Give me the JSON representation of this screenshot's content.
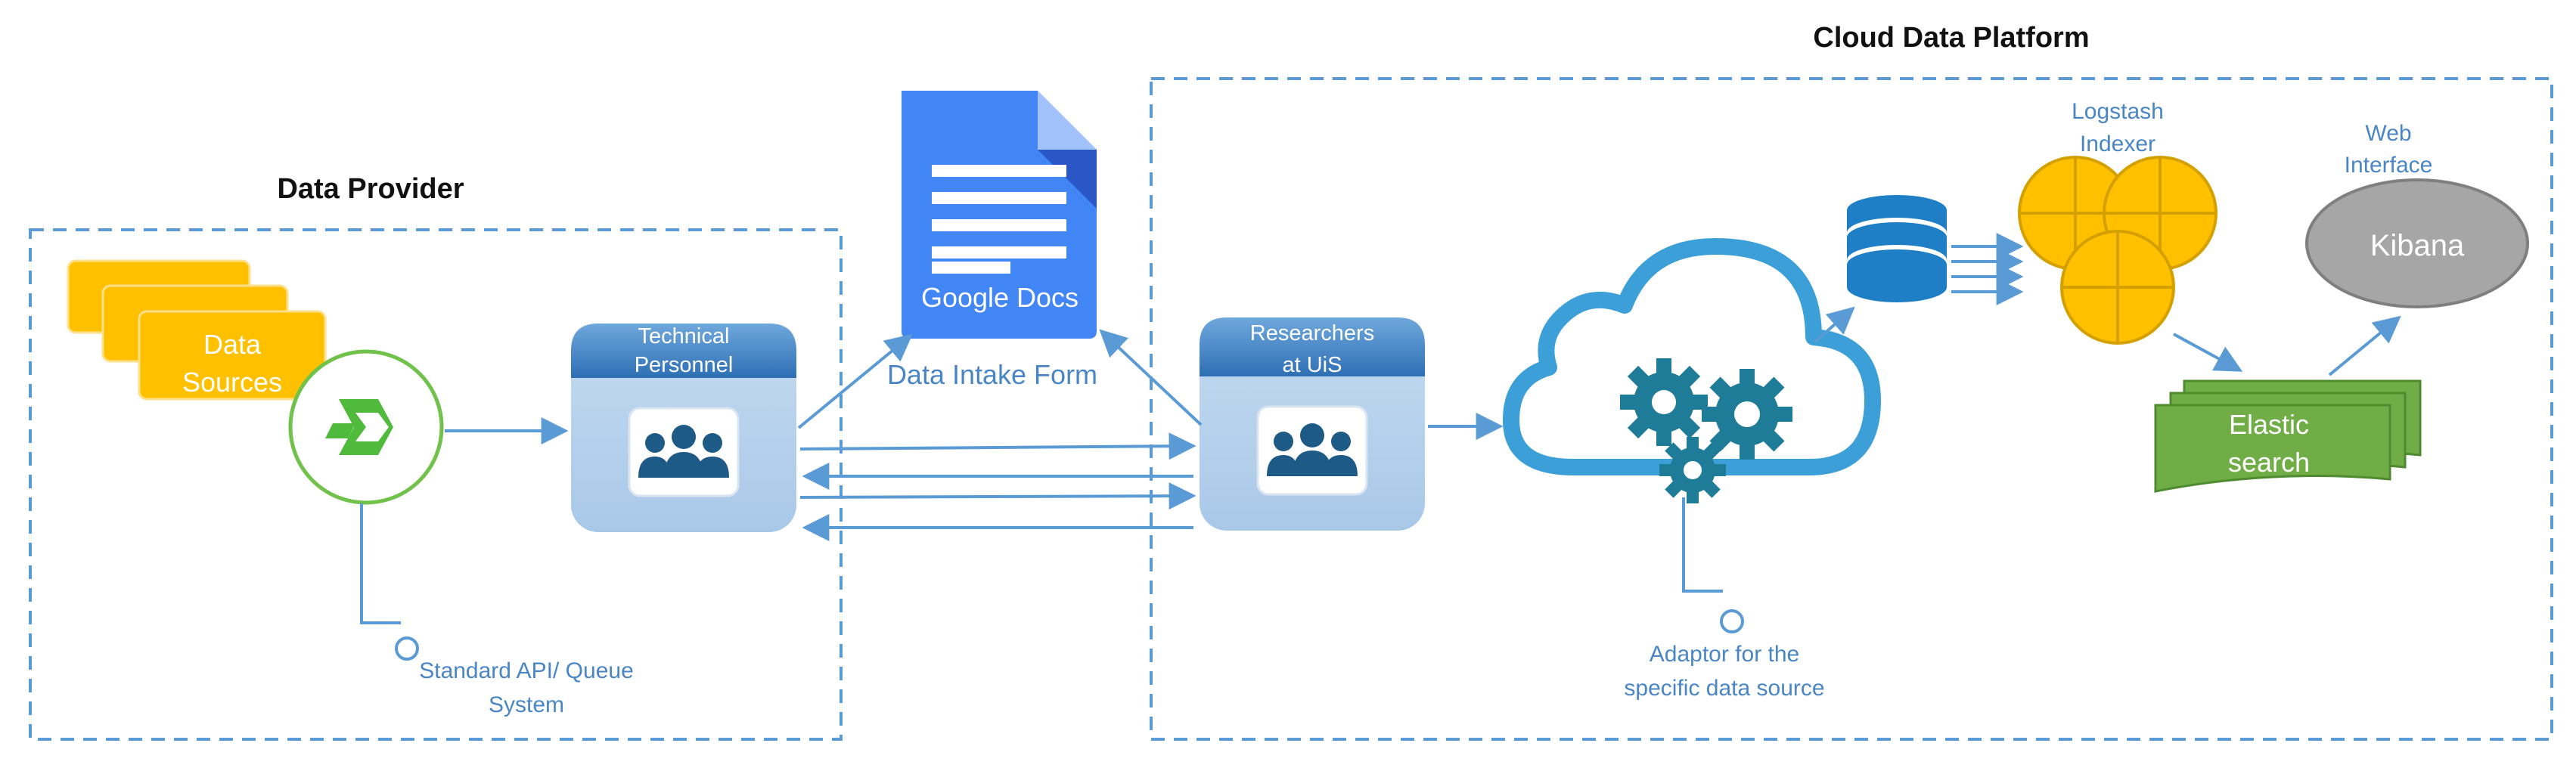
{
  "cloud_platform": {
    "title": "Cloud Data Platform",
    "logstash_label": [
      "Logstash",
      "Indexer"
    ],
    "web_label": [
      "Web",
      "Interface"
    ],
    "kibana_label": "Kibana",
    "elastic_label": [
      "Elastic",
      "search"
    ],
    "adaptor_label": [
      "Adaptor for the",
      "specific data source"
    ]
  },
  "data_provider": {
    "title": "Data Provider",
    "sources_label": [
      "Data",
      "Sources"
    ],
    "api_label": [
      "Standard API/ Queue",
      "System"
    ],
    "technical_label": [
      "Technical",
      "Personnel"
    ]
  },
  "google_docs_label": "Google Docs",
  "intake_form_label": "Data Intake Form",
  "researchers_label": [
    "Researchers",
    "at UiS"
  ],
  "colors": {
    "line": "#5b9bd5",
    "dashed_border": "#5b9bd5",
    "sources": "#ffc000",
    "logstash": "#ffc000",
    "elastic": "#70ad47",
    "kibana": "#a6a6a6",
    "personnel": "#b4cfec",
    "cloud": "#3d9fd8",
    "gears": "#1f7c99",
    "database": "#1f7fc6",
    "google_docs": "#4285f4"
  }
}
